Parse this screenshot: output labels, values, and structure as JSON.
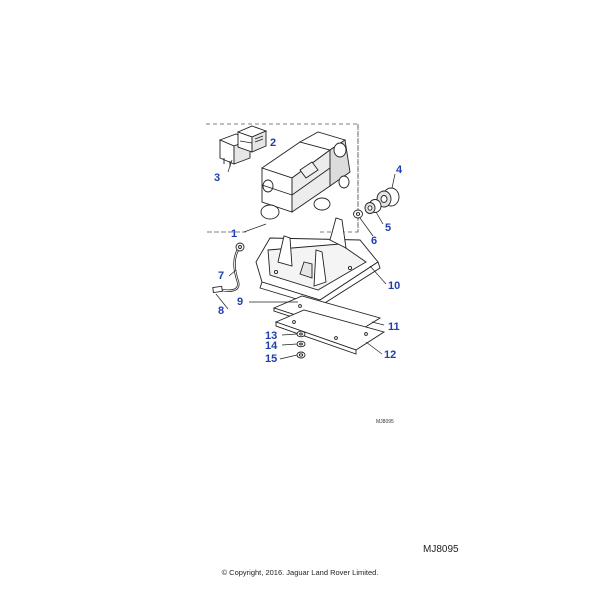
{
  "figure": {
    "small_id": "MJ8095",
    "id": "MJ8095",
    "copyright": "© Copyright, 2016. Jaguar Land Rover Limited."
  },
  "callouts": [
    {
      "key": "c1",
      "label": "1"
    },
    {
      "key": "c2",
      "label": "2"
    },
    {
      "key": "c3",
      "label": "3"
    },
    {
      "key": "c4",
      "label": "4"
    },
    {
      "key": "c5",
      "label": "5"
    },
    {
      "key": "c6",
      "label": "6"
    },
    {
      "key": "c7",
      "label": "7"
    },
    {
      "key": "c8",
      "label": "8"
    },
    {
      "key": "c9",
      "label": "9"
    },
    {
      "key": "c10",
      "label": "10"
    },
    {
      "key": "c11",
      "label": "11"
    },
    {
      "key": "c12",
      "label": "12"
    },
    {
      "key": "c13",
      "label": "13"
    },
    {
      "key": "c14",
      "label": "14"
    },
    {
      "key": "c15",
      "label": "15"
    }
  ],
  "colors": {
    "callout": "#1f3fb0",
    "line": "#222222",
    "fill": "#ffffff",
    "shade": "#d9d9d9"
  }
}
